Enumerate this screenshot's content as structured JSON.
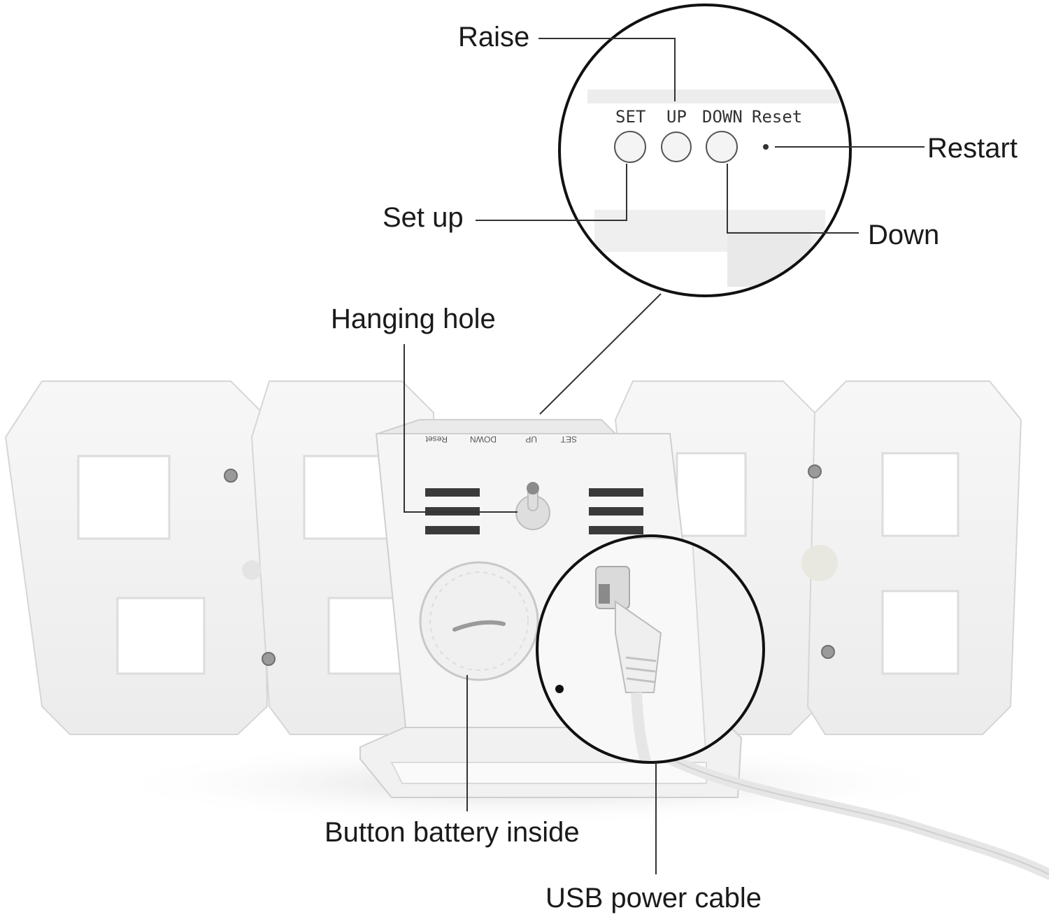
{
  "callouts": {
    "raise": "Raise",
    "restart": "Restart",
    "set_up": "Set up",
    "down": "Down",
    "hanging_hole": "Hanging hole",
    "battery": "Button battery inside",
    "usb": "USB power cable"
  },
  "panel_buttons": {
    "set": "SET",
    "up": "UP",
    "down": "DOWN",
    "reset": "Reset"
  },
  "colors": {
    "clock_body": "#f4f4f4",
    "clock_shade": "#e2e2e2",
    "leader_line": "#333333",
    "magnifier_ring": "#111111",
    "text": "#1a1a1a"
  },
  "icons": [
    "magnifier-circle",
    "screw-icon",
    "keyhole-icon",
    "battery-cover-icon",
    "usb-plug-icon"
  ]
}
